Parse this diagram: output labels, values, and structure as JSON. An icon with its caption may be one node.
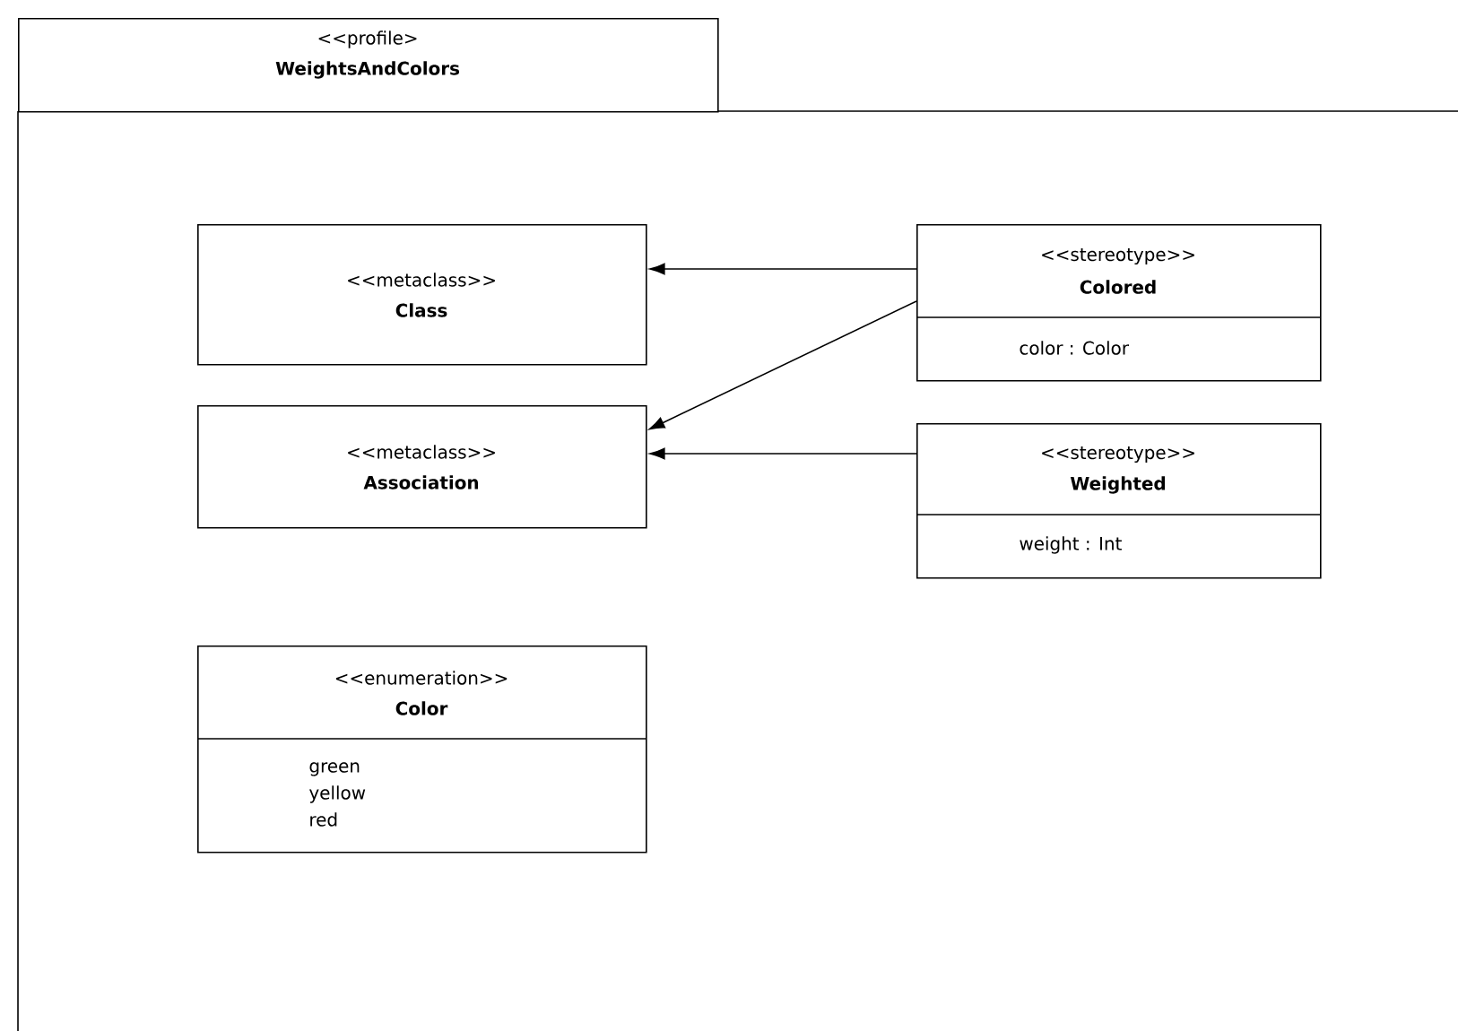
{
  "diagram": {
    "nodes": [
      {
        "text": [
          "<<profile>",
          "WeightsAndColors"
        ]
      },
      {
        "text": [
          "<<metaclass>>",
          "Class"
        ],
        "in": 0
      },
      {
        "text": [
          "<<metaclass>>",
          "Association"
        ],
        "in": 0
      },
      {
        "text": [
          "<<stereotype>>",
          "Colored",
          "color : Color"
        ],
        "in": 0
      },
      {
        "text": [
          "<<stereotype>>",
          "Weighted",
          "weight : Int"
        ],
        "in": 0
      },
      {
        "text": [
          "<<enumeration>>",
          "Color",
          "green",
          "yellow",
          "red"
        ],
        "in": 0
      }
    ],
    "edges": [
      {
        "from": 3,
        "to": 1,
        "arrow": "to"
      },
      {
        "from": 3,
        "to": 2,
        "arrow": "to"
      },
      {
        "from": 4,
        "to": 2,
        "arrow": "to"
      }
    ]
  }
}
